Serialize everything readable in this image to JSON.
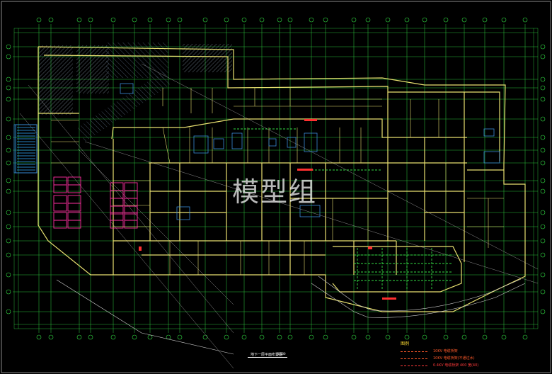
{
  "watermark": "模型组",
  "legend": {
    "title": "图例",
    "items": [
      {
        "label": "10KV 电缆桥架",
        "color": "#ff5a2a"
      },
      {
        "label": "10KV 电缆桥架(不通过水)",
        "color": "#ff5a2a"
      },
      {
        "label": "0.4KV 电缆桥架 400 宽(40)",
        "color": "#ff3a3a"
      }
    ]
  },
  "drawing_title": "地下一层平面布置图",
  "scale": "1:100",
  "colors": {
    "background": "#000000",
    "gridline": "#33dd44",
    "walls": "#e8e070",
    "parking": "#ff2fa0",
    "hatch": "#8899aa",
    "equipment": "#3a8ad8",
    "annotation_red": "#ff3030"
  }
}
